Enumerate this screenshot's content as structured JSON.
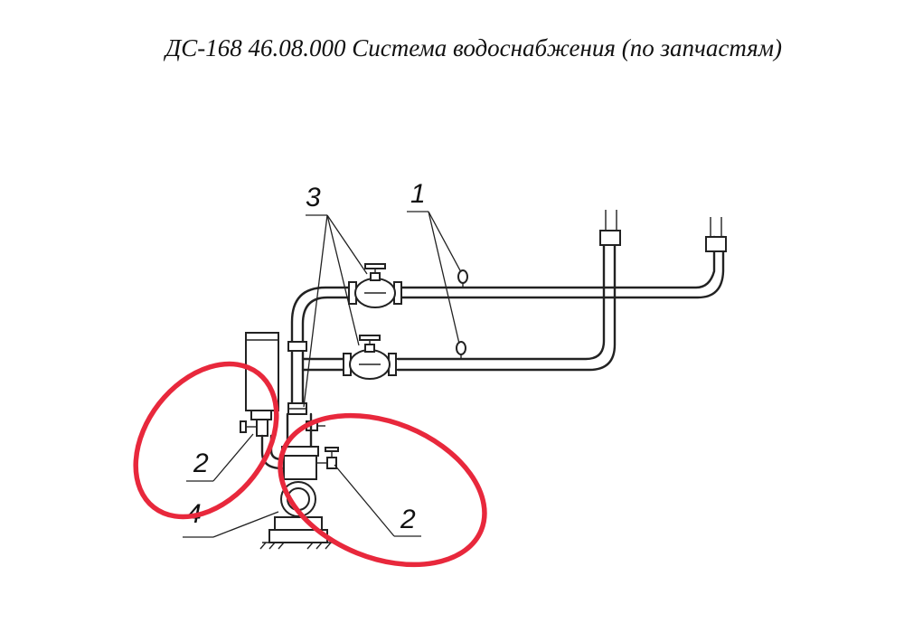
{
  "title": "ДС-168 46.08.000 Система водоснабжения (по запчастям)",
  "callouts": {
    "c1": "1",
    "c2_left": "2",
    "c2_right": "2",
    "c3": "3",
    "c4": "4"
  },
  "colors": {
    "line": "#222222",
    "highlight": "#e8283c"
  }
}
